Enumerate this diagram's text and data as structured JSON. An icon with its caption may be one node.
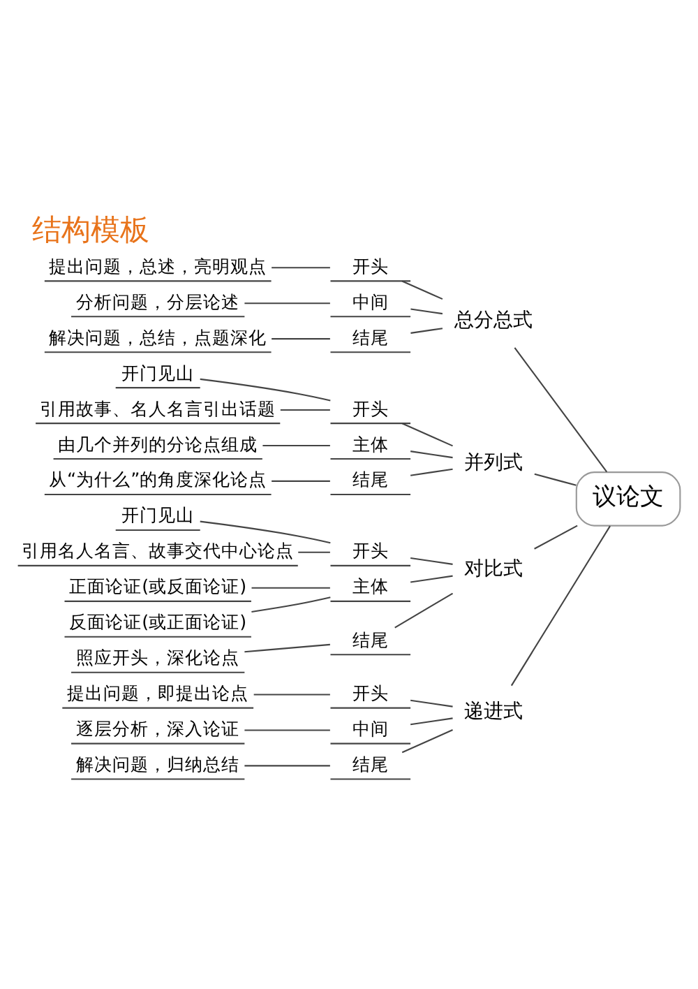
{
  "diagram": {
    "title": "结构模板",
    "nodes": [
      {
        "text": [
          "议论文"
        ]
      },
      {
        "text": [
          "总分总式"
        ]
      },
      {
        "text": [
          "开头"
        ]
      },
      {
        "text": [
          "提出问题，总述，亮明观点"
        ]
      },
      {
        "text": [
          "中间"
        ]
      },
      {
        "text": [
          "分析问题，分层论述"
        ]
      },
      {
        "text": [
          "结尾"
        ]
      },
      {
        "text": [
          "解决问题，总结，点题深化"
        ]
      },
      {
        "text": [
          "并列式"
        ]
      },
      {
        "text": [
          "开头"
        ]
      },
      {
        "text": [
          "开门见山"
        ]
      },
      {
        "text": [
          "引用故事、名人名言引出话题"
        ]
      },
      {
        "text": [
          "主体"
        ]
      },
      {
        "text": [
          "由几个并列的分论点组成"
        ]
      },
      {
        "text": [
          "结尾"
        ]
      },
      {
        "text": [
          "从“为什么”的角度深化论点"
        ]
      },
      {
        "text": [
          "对比式"
        ]
      },
      {
        "text": [
          "开头"
        ]
      },
      {
        "text": [
          "开门见山"
        ]
      },
      {
        "text": [
          "引用名人名言、故事交代中心论点"
        ]
      },
      {
        "text": [
          "主体"
        ]
      },
      {
        "text": [
          "正面论证(或反面论证)"
        ]
      },
      {
        "text": [
          "反面论证(或正面论证)"
        ]
      },
      {
        "text": [
          "结尾"
        ]
      },
      {
        "text": [
          "照应开头，深化论点"
        ]
      },
      {
        "text": [
          "递进式"
        ]
      },
      {
        "text": [
          "开头"
        ]
      },
      {
        "text": [
          "提出问题，即提出论点"
        ]
      },
      {
        "text": [
          "中间"
        ]
      },
      {
        "text": [
          "逐层分析，深入论证"
        ]
      },
      {
        "text": [
          "结尾"
        ]
      },
      {
        "text": [
          "解决问题，归纳总结"
        ]
      }
    ],
    "edges": [
      {
        "from": 0,
        "to": 1,
        "arrow": "none"
      },
      {
        "from": 1,
        "to": 2,
        "arrow": "none"
      },
      {
        "from": 2,
        "to": 3,
        "arrow": "none"
      },
      {
        "from": 1,
        "to": 4,
        "arrow": "none"
      },
      {
        "from": 4,
        "to": 5,
        "arrow": "none"
      },
      {
        "from": 1,
        "to": 6,
        "arrow": "none"
      },
      {
        "from": 6,
        "to": 7,
        "arrow": "none"
      },
      {
        "from": 0,
        "to": 8,
        "arrow": "none"
      },
      {
        "from": 8,
        "to": 9,
        "arrow": "none"
      },
      {
        "from": 9,
        "to": 10,
        "arrow": "none"
      },
      {
        "from": 9,
        "to": 11,
        "arrow": "none"
      },
      {
        "from": 8,
        "to": 12,
        "arrow": "none"
      },
      {
        "from": 12,
        "to": 13,
        "arrow": "none"
      },
      {
        "from": 8,
        "to": 14,
        "arrow": "none"
      },
      {
        "from": 14,
        "to": 15,
        "arrow": "none"
      },
      {
        "from": 0,
        "to": 16,
        "arrow": "none"
      },
      {
        "from": 16,
        "to": 17,
        "arrow": "none"
      },
      {
        "from": 17,
        "to": 18,
        "arrow": "none"
      },
      {
        "from": 17,
        "to": 19,
        "arrow": "none"
      },
      {
        "from": 16,
        "to": 20,
        "arrow": "none"
      },
      {
        "from": 20,
        "to": 21,
        "arrow": "none"
      },
      {
        "from": 20,
        "to": 22,
        "arrow": "none"
      },
      {
        "from": 16,
        "to": 23,
        "arrow": "none"
      },
      {
        "from": 23,
        "to": 24,
        "arrow": "none"
      },
      {
        "from": 0,
        "to": 25,
        "arrow": "none"
      },
      {
        "from": 25,
        "to": 26,
        "arrow": "none"
      },
      {
        "from": 26,
        "to": 27,
        "arrow": "none"
      },
      {
        "from": 25,
        "to": 28,
        "arrow": "none"
      },
      {
        "from": 28,
        "to": 29,
        "arrow": "none"
      },
      {
        "from": 25,
        "to": 30,
        "arrow": "none"
      },
      {
        "from": 30,
        "to": 31,
        "arrow": "none"
      }
    ]
  }
}
